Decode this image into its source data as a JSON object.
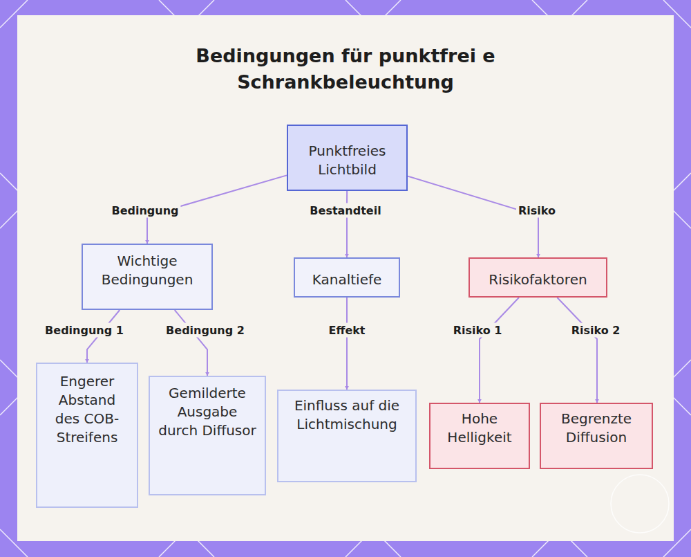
{
  "diagram": {
    "title": "Bedingungen für punktfrei e Schrankbeleuchtung",
    "nodes": [
      {
        "text": [
          "Punktfreies Lichtbild"
        ]
      },
      {
        "text": [
          "Wichtige Bedingungen"
        ]
      },
      {
        "text": [
          "Kanaltiefe"
        ]
      },
      {
        "text": [
          "Risikofaktoren"
        ]
      },
      {
        "text": [
          "Engerer Abstand des COB-Streifens"
        ]
      },
      {
        "text": [
          "Gemilderte Ausgabe durch Diffusor"
        ]
      },
      {
        "text": [
          "Einfluss auf die Lichtmischung"
        ]
      },
      {
        "text": [
          "Hohe Helligkeit"
        ]
      },
      {
        "text": [
          "Begrenzte Diffusion"
        ]
      }
    ],
    "edges": [
      {
        "from": 0,
        "to": 1,
        "label": "Bedingung",
        "arrow": "to"
      },
      {
        "from": 0,
        "to": 2,
        "label": "Bestandteil",
        "arrow": "to"
      },
      {
        "from": 0,
        "to": 3,
        "label": "Risiko",
        "arrow": "to"
      },
      {
        "from": 1,
        "to": 4,
        "label": "Bedingung 1",
        "arrow": "to"
      },
      {
        "from": 1,
        "to": 5,
        "label": "Bedingung 2",
        "arrow": "to"
      },
      {
        "from": 2,
        "to": 6,
        "label": "Effekt",
        "arrow": "to"
      },
      {
        "from": 3,
        "to": 7,
        "label": "Risiko 1",
        "arrow": "to"
      },
      {
        "from": 3,
        "to": 8,
        "label": "Risiko 2",
        "arrow": "to"
      }
    ]
  }
}
